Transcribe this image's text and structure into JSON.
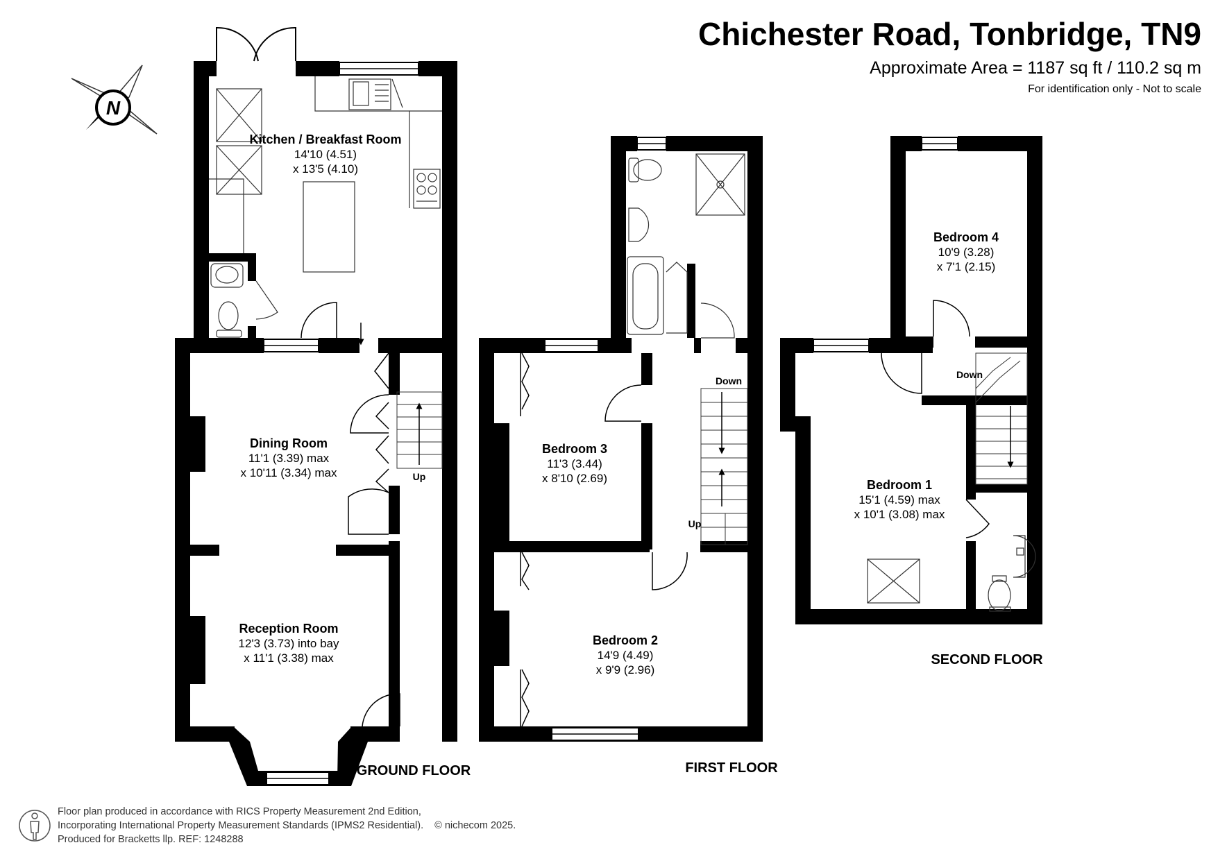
{
  "header": {
    "title": "Chichester Road, Tonbridge, TN9",
    "area": "Approximate Area = 1187 sq ft / 110.2 sq m",
    "identification": "For identification only - Not to scale"
  },
  "compass": {
    "label": "N"
  },
  "floors": {
    "ground": "GROUND FLOOR",
    "first": "FIRST FLOOR",
    "second": "SECOND FLOOR"
  },
  "rooms": {
    "kitchen": {
      "name": "Kitchen / Breakfast Room",
      "dim1": "14'10 (4.51)",
      "dim2": "x 13'5 (4.10)"
    },
    "dining": {
      "name": "Dining Room",
      "dim1": "11'1 (3.39) max",
      "dim2": "x 10'11 (3.34) max"
    },
    "reception": {
      "name": "Reception Room",
      "dim1": "12'3 (3.73) into bay",
      "dim2": "x 11'1 (3.38) max"
    },
    "bedroom3": {
      "name": "Bedroom 3",
      "dim1": "11'3 (3.44)",
      "dim2": "x 8'10 (2.69)"
    },
    "bedroom2": {
      "name": "Bedroom 2",
      "dim1": "14'9 (4.49)",
      "dim2": "x 9'9 (2.96)"
    },
    "bedroom4": {
      "name": "Bedroom 4",
      "dim1": "10'9 (3.28)",
      "dim2": "x 7'1 (2.15)"
    },
    "bedroom1": {
      "name": "Bedroom 1",
      "dim1": "15'1 (4.59) max",
      "dim2": "x 10'1 (3.08) max"
    }
  },
  "stairs": {
    "ground_up": "Up",
    "first_down": "Down",
    "first_up": "Up",
    "second_down": "Down"
  },
  "footer": {
    "line1": "Floor plan produced in accordance with RICS Property Measurement 2nd Edition,",
    "line2": "Incorporating International Property Measurement Standards (IPMS2 Residential).",
    "copyright": "© nichecom 2025.",
    "line3": "Produced for Bracketts llp.   REF:  1248288"
  },
  "colors": {
    "wall": "#000000",
    "background": "#ffffff",
    "fixture": "#444444"
  }
}
